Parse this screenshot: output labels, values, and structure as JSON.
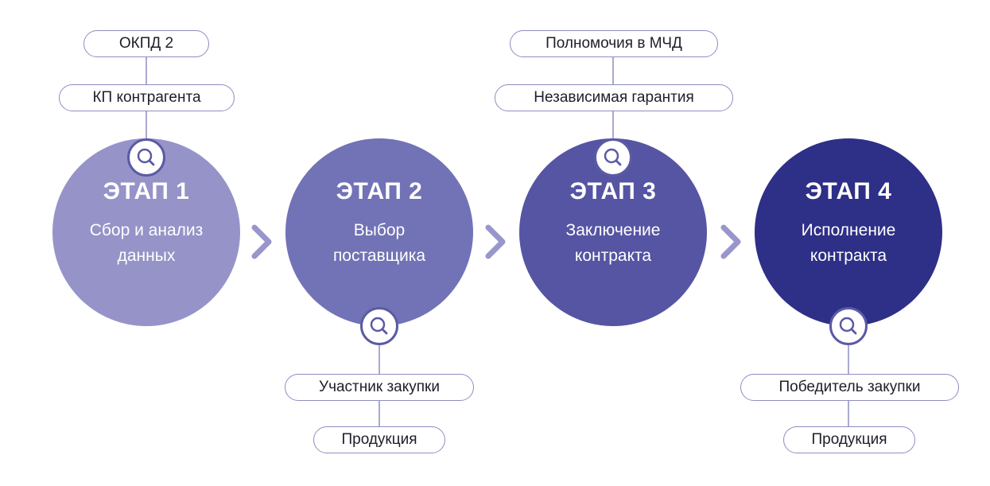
{
  "colors": {
    "stage1": "#9593c8",
    "stage2": "#7272b6",
    "stage3": "#5655a3",
    "stage4": "#2e2f87",
    "connector": "#8e8dc2",
    "arrow": "#9896cc",
    "icon": "#5b5aa5"
  },
  "stages": [
    {
      "title": "ЭТАП 1",
      "desc": "Сбор и анализ\nданных",
      "icon": "search-icon"
    },
    {
      "title": "ЭТАП 2",
      "desc": "Выбор\nпоставщика",
      "icon": "search-icon"
    },
    {
      "title": "ЭТАП 3",
      "desc": "Заключение\nконтракта",
      "icon": "search-icon"
    },
    {
      "title": "ЭТАП 4",
      "desc": "Исполнение\nконтракта",
      "icon": "search-icon"
    }
  ],
  "tags": {
    "stage1": [
      "ОКПД 2",
      "КП контрагента"
    ],
    "stage2": [
      "Участник закупки",
      "Продукция"
    ],
    "stage3": [
      "Полномочия в МЧД",
      "Независимая гарантия"
    ],
    "stage4": [
      "Победитель закупки",
      "Продукция"
    ]
  }
}
